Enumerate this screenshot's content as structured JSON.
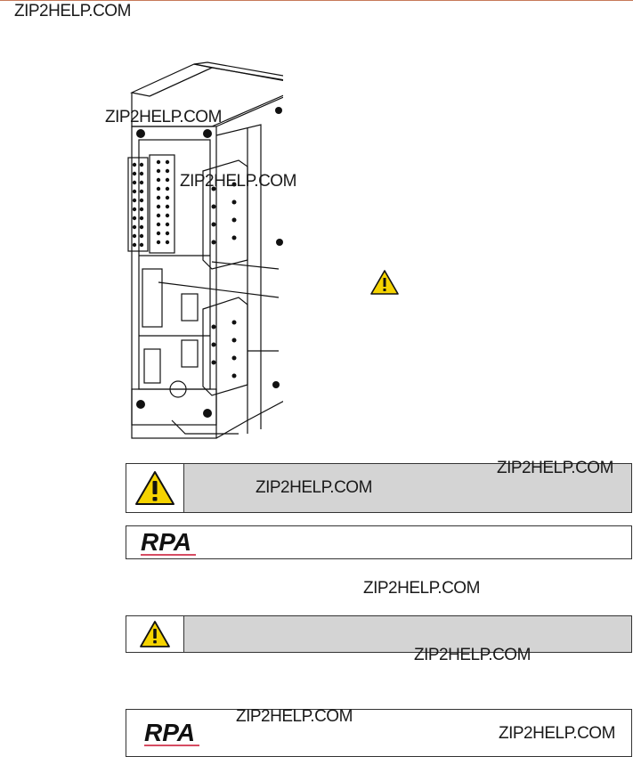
{
  "watermarks": [
    "ZIP2HELP.COM",
    "ZIP2HELP.COM",
    "ZIP2HELP.COM",
    "ZIP2HELP.COM",
    "ZIP2HELP.COM",
    "ZIP2HELP.COM",
    "ZIP2HELP.COM",
    "ZIP2HELP.COM",
    "ZIP2HELP.COM"
  ],
  "logos": {
    "rpa": "RPA"
  },
  "icons": {
    "warning": "warning-triangle-icon"
  },
  "colors": {
    "warning_yellow": "#f5d300",
    "rpa_red": "#c8102e",
    "box_gray": "#d4d4d4"
  }
}
